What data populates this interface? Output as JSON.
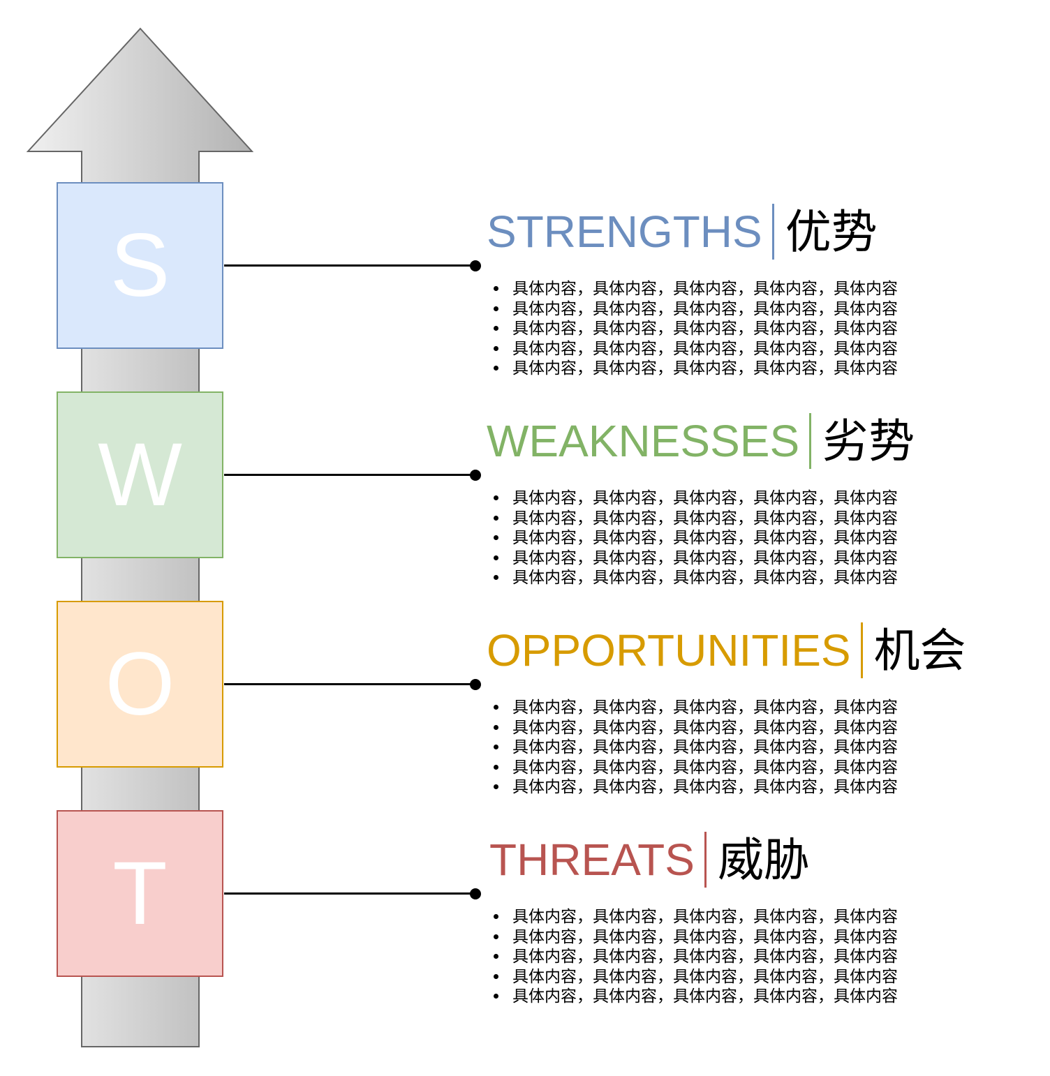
{
  "swot": [
    {
      "key": "strengths",
      "letter": "S",
      "title_en": "STRENGTHS",
      "title_cn": "优势",
      "title_color": "#6c8ebf",
      "fill_color": "#dae8fc",
      "border_color": "#6c8ebf",
      "items": [
        "具体内容，具体内容，具体内容，具体内容，具体内容",
        "具体内容，具体内容，具体内容，具体内容，具体内容",
        "具体内容，具体内容，具体内容，具体内容，具体内容",
        "具体内容，具体内容，具体内容，具体内容，具体内容",
        "具体内容，具体内容，具体内容，具体内容，具体内容"
      ]
    },
    {
      "key": "weaknesses",
      "letter": "W",
      "title_en": "WEAKNESSES",
      "title_cn": "劣势",
      "title_color": "#82b366",
      "fill_color": "#d5e8d4",
      "border_color": "#82b366",
      "items": [
        "具体内容，具体内容，具体内容，具体内容，具体内容",
        "具体内容，具体内容，具体内容，具体内容，具体内容",
        "具体内容，具体内容，具体内容，具体内容，具体内容",
        "具体内容，具体内容，具体内容，具体内容，具体内容",
        "具体内容，具体内容，具体内容，具体内容，具体内容"
      ]
    },
    {
      "key": "opportunities",
      "letter": "O",
      "title_en": "OPPORTUNITIES",
      "title_cn": "机会",
      "title_color": "#d79b00",
      "fill_color": "#ffe6cc",
      "border_color": "#d79b00",
      "items": [
        "具体内容，具体内容，具体内容，具体内容，具体内容",
        "具体内容，具体内容，具体内容，具体内容，具体内容",
        "具体内容，具体内容，具体内容，具体内容，具体内容",
        "具体内容，具体内容，具体内容，具体内容，具体内容",
        "具体内容，具体内容，具体内容，具体内容，具体内容"
      ]
    },
    {
      "key": "threats",
      "letter": "T",
      "title_en": "THREATS",
      "title_cn": "威胁",
      "title_color": "#b85450",
      "fill_color": "#f8cecc",
      "border_color": "#b85450",
      "items": [
        "具体内容，具体内容，具体内容，具体内容，具体内容",
        "具体内容，具体内容，具体内容，具体内容，具体内容",
        "具体内容，具体内容，具体内容，具体内容，具体内容",
        "具体内容，具体内容，具体内容，具体内容，具体内容",
        "具体内容，具体内容，具体内容，具体内容，具体内容"
      ]
    }
  ]
}
